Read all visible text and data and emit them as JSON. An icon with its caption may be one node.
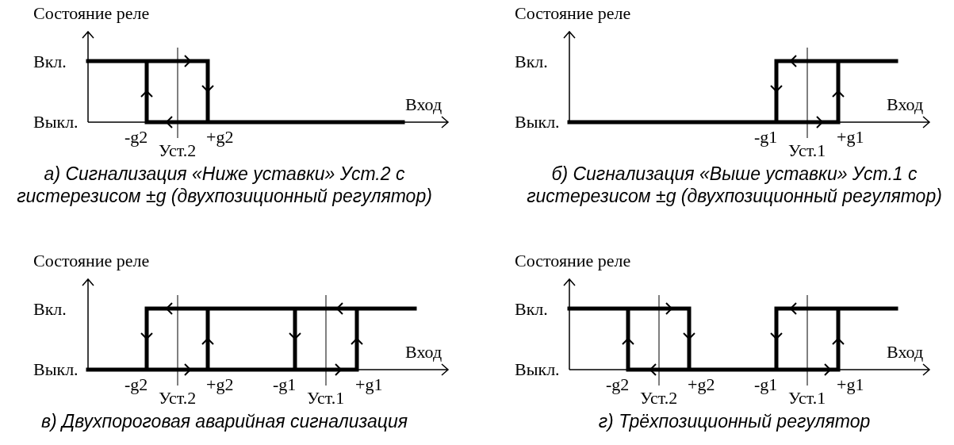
{
  "diagram": {
    "labels": [
      "Состояние реле",
      "Вкл.",
      "Вход",
      "Выкл.",
      "-g2",
      "+g2",
      "Уст.2",
      "а) Сигнализация «Ниже уставки» Уст.2 с гистерезисом ±g (двухпозиционный регулятор)",
      "Состояние реле",
      "Вкл.",
      "Вход",
      "Выкл.",
      "-g1",
      "+g1",
      "Уст.1",
      "б) Сигнализация «Выше уставки» Уст.1 с гистерезисом ±g (двухпозиционный регулятор)",
      "Состояние реле",
      "Вкл.",
      "Вход",
      "Выкл.",
      "-g2",
      "+g2",
      "-g1",
      "+g1",
      "Уст.2",
      "Уст.1",
      "в) Двухпороговая аварийная сигнализация",
      "Состояние реле",
      "Вкл.",
      "Вход",
      "Выкл.",
      "-g2",
      "+g2",
      "-g1",
      "+g1",
      "Уст.2",
      "Уст.1",
      "г) Трёхпозиционный регулятор"
    ]
  }
}
